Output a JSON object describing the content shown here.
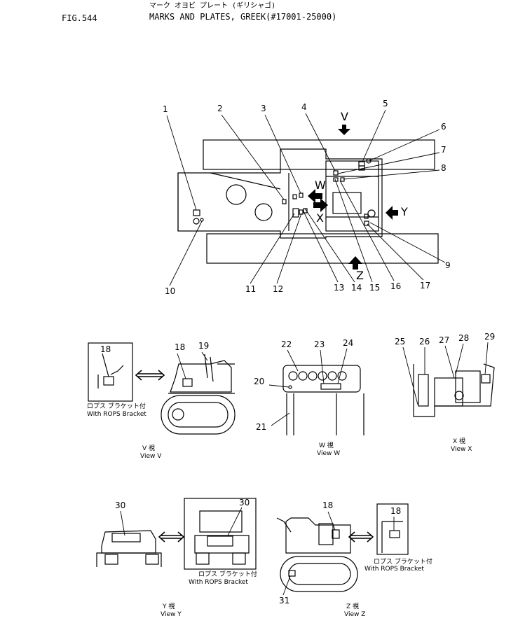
{
  "header": {
    "fig": "FIG.544",
    "title_jp": "マーク オヨビ プレート (ギリシャゴ)",
    "title_en": "MARKS AND PLATES, GREEK(#17001-25000)"
  },
  "view_arrows": {
    "v": "V",
    "w": "W",
    "x": "X",
    "y": "Y",
    "z": "Z"
  },
  "callouts": {
    "n1": "1",
    "n2": "2",
    "n3": "3",
    "n4": "4",
    "n5": "5",
    "n6": "6",
    "n7": "7",
    "n8": "8",
    "n9": "9",
    "n10": "10",
    "n11": "11",
    "n12": "12",
    "n13": "13",
    "n14": "14",
    "n15": "15",
    "n16": "16",
    "n17": "17",
    "n18a": "18",
    "n18b": "18",
    "n19": "19",
    "n20": "20",
    "n21": "21",
    "n22": "22",
    "n23": "23",
    "n24": "24",
    "n25": "25",
    "n26": "26",
    "n27": "27",
    "n28": "28",
    "n29": "29",
    "n30a": "30",
    "n30b": "30",
    "n18c": "18",
    "n18d": "18",
    "n31": "31"
  },
  "captions": {
    "rops_jp_1": "ロプス ブラケット付",
    "rops_en_1": "With ROPS Bracket",
    "rops_jp_2": "ロプス ブラケット付",
    "rops_en_2": "With ROPS Bracket",
    "rops_jp_3": "ロプス ブラケット付",
    "rops_en_3": "With ROPS Bracket",
    "view_v_jp": "V 視",
    "view_v_en": "View V",
    "view_w_jp": "W 視",
    "view_w_en": "View W",
    "view_x_jp": "X 視",
    "view_x_en": "View X",
    "view_y_jp": "Y 視",
    "view_y_en": "View Y",
    "view_z_jp": "Z 視",
    "view_z_en": "View Z"
  }
}
